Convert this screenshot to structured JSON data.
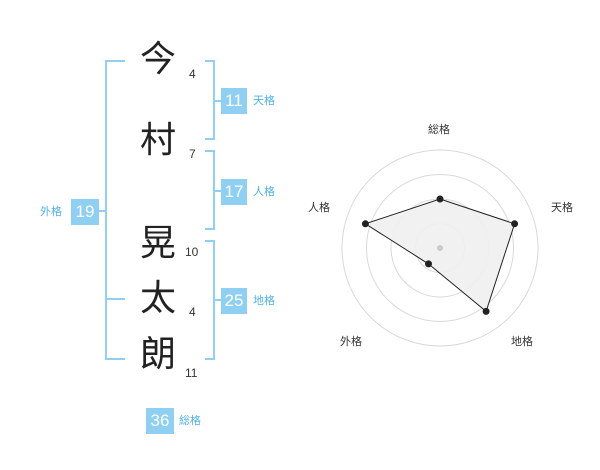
{
  "name": {
    "characters": [
      {
        "char": "今",
        "strokes": "4"
      },
      {
        "char": "村",
        "strokes": "7"
      },
      {
        "char": "晃",
        "strokes": "10"
      },
      {
        "char": "太",
        "strokes": "4"
      },
      {
        "char": "朗",
        "strokes": "11"
      }
    ]
  },
  "fortune": {
    "tenkaku": {
      "value": "11",
      "label": "天格"
    },
    "jinkaku": {
      "value": "17",
      "label": "人格"
    },
    "chikaku": {
      "value": "25",
      "label": "地格"
    },
    "gaikaku": {
      "value": "19",
      "label": "外格"
    },
    "soukaku": {
      "value": "36",
      "label": "総格"
    }
  },
  "chart_data": {
    "type": "radar",
    "axes": [
      "総格",
      "天格",
      "地格",
      "外格",
      "人格"
    ],
    "values": [
      0.5,
      0.8,
      0.8,
      0.2,
      0.8
    ],
    "range": [
      0,
      1
    ],
    "rings": 4,
    "colors": {
      "fill": "#f0f0f0",
      "line": "#222222",
      "grid": "#d9d9d9",
      "center": "#cccccc"
    }
  },
  "colors": {
    "accent": "#8fd0f2",
    "accent_text": "#4fb1e6",
    "kanji": "#222222"
  }
}
